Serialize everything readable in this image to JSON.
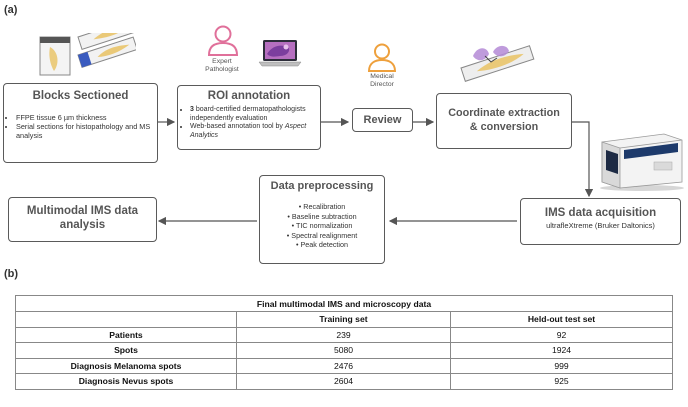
{
  "panel_a": {
    "label": "(a)",
    "expert_pathologist": {
      "line1": "Expert",
      "line2": "Pathologist"
    },
    "medical_director": {
      "line1": "Medical",
      "line2": "Director"
    },
    "blocks_sectioned": {
      "title": "Blocks Sectioned",
      "bullets": [
        "FFPE tissue 6 µm thickness",
        "Serial sections for histopathology and MS analysis"
      ]
    },
    "roi_annotation": {
      "title": "ROI annotation",
      "bullet1_bold": "3",
      "bullet1_rest": " board-certified dermatopathologists independently evaluation",
      "bullet2_plain": "Web-based annotation tool by ",
      "bullet2_italic": "Aspect Analytics"
    },
    "review": {
      "title": "Review"
    },
    "coordinate_extraction": {
      "line1": "Coordinate extraction",
      "line2": "& conversion"
    },
    "ims_acquisition": {
      "title": "IMS data acquisition",
      "subtitle": "ultrafleXtreme (Bruker Daltonics)"
    },
    "data_preprocessing": {
      "title": "Data preprocessing",
      "steps": [
        "Recalibration",
        "Baseline subtraction",
        "TIC normalization",
        "Spectral realignment",
        "Peak detection"
      ]
    },
    "multimodal_analysis": {
      "line1": "Multimodal IMS data",
      "line2": "analysis"
    }
  },
  "panel_b": {
    "label": "(b)",
    "table": {
      "title": "Final multimodal IMS and microscopy data",
      "columns": [
        "",
        "Training set",
        "Held-out test set"
      ],
      "rows": [
        [
          "Patients",
          "239",
          "92"
        ],
        [
          "Spots",
          "5080",
          "1924"
        ],
        [
          "Diagnosis Melanoma spots",
          "2476",
          "999"
        ],
        [
          "Diagnosis Nevus spots",
          "2604",
          "925"
        ]
      ]
    }
  },
  "colors": {
    "arrow": "#555555",
    "person_pink": "#e0709a",
    "person_orange": "#eea03c",
    "border": "#5a5a5a"
  },
  "icons": [
    "glass-slides-icon",
    "expert-pathologist-person-icon",
    "laptop-annotation-icon",
    "medical-director-person-icon",
    "annotated-slide-icon",
    "mass-spectrometer-icon"
  ]
}
